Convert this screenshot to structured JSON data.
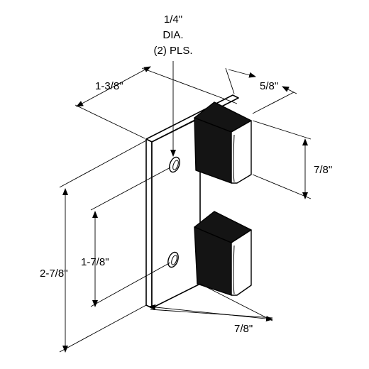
{
  "callouts": {
    "hole_size": "1/4\"",
    "hole_type": "DIA.",
    "hole_count": "(2) PLS.",
    "plate_depth": "1-3/8\"",
    "block_depth": "5/8\"",
    "block_height": "7/8\"",
    "hole_spacing": "1-7/8\"",
    "overall_height": "2-7/8\"",
    "plate_width": "7/8\""
  },
  "colors": {
    "line": "#000000",
    "block_fill": "#141414",
    "background": "#ffffff"
  }
}
